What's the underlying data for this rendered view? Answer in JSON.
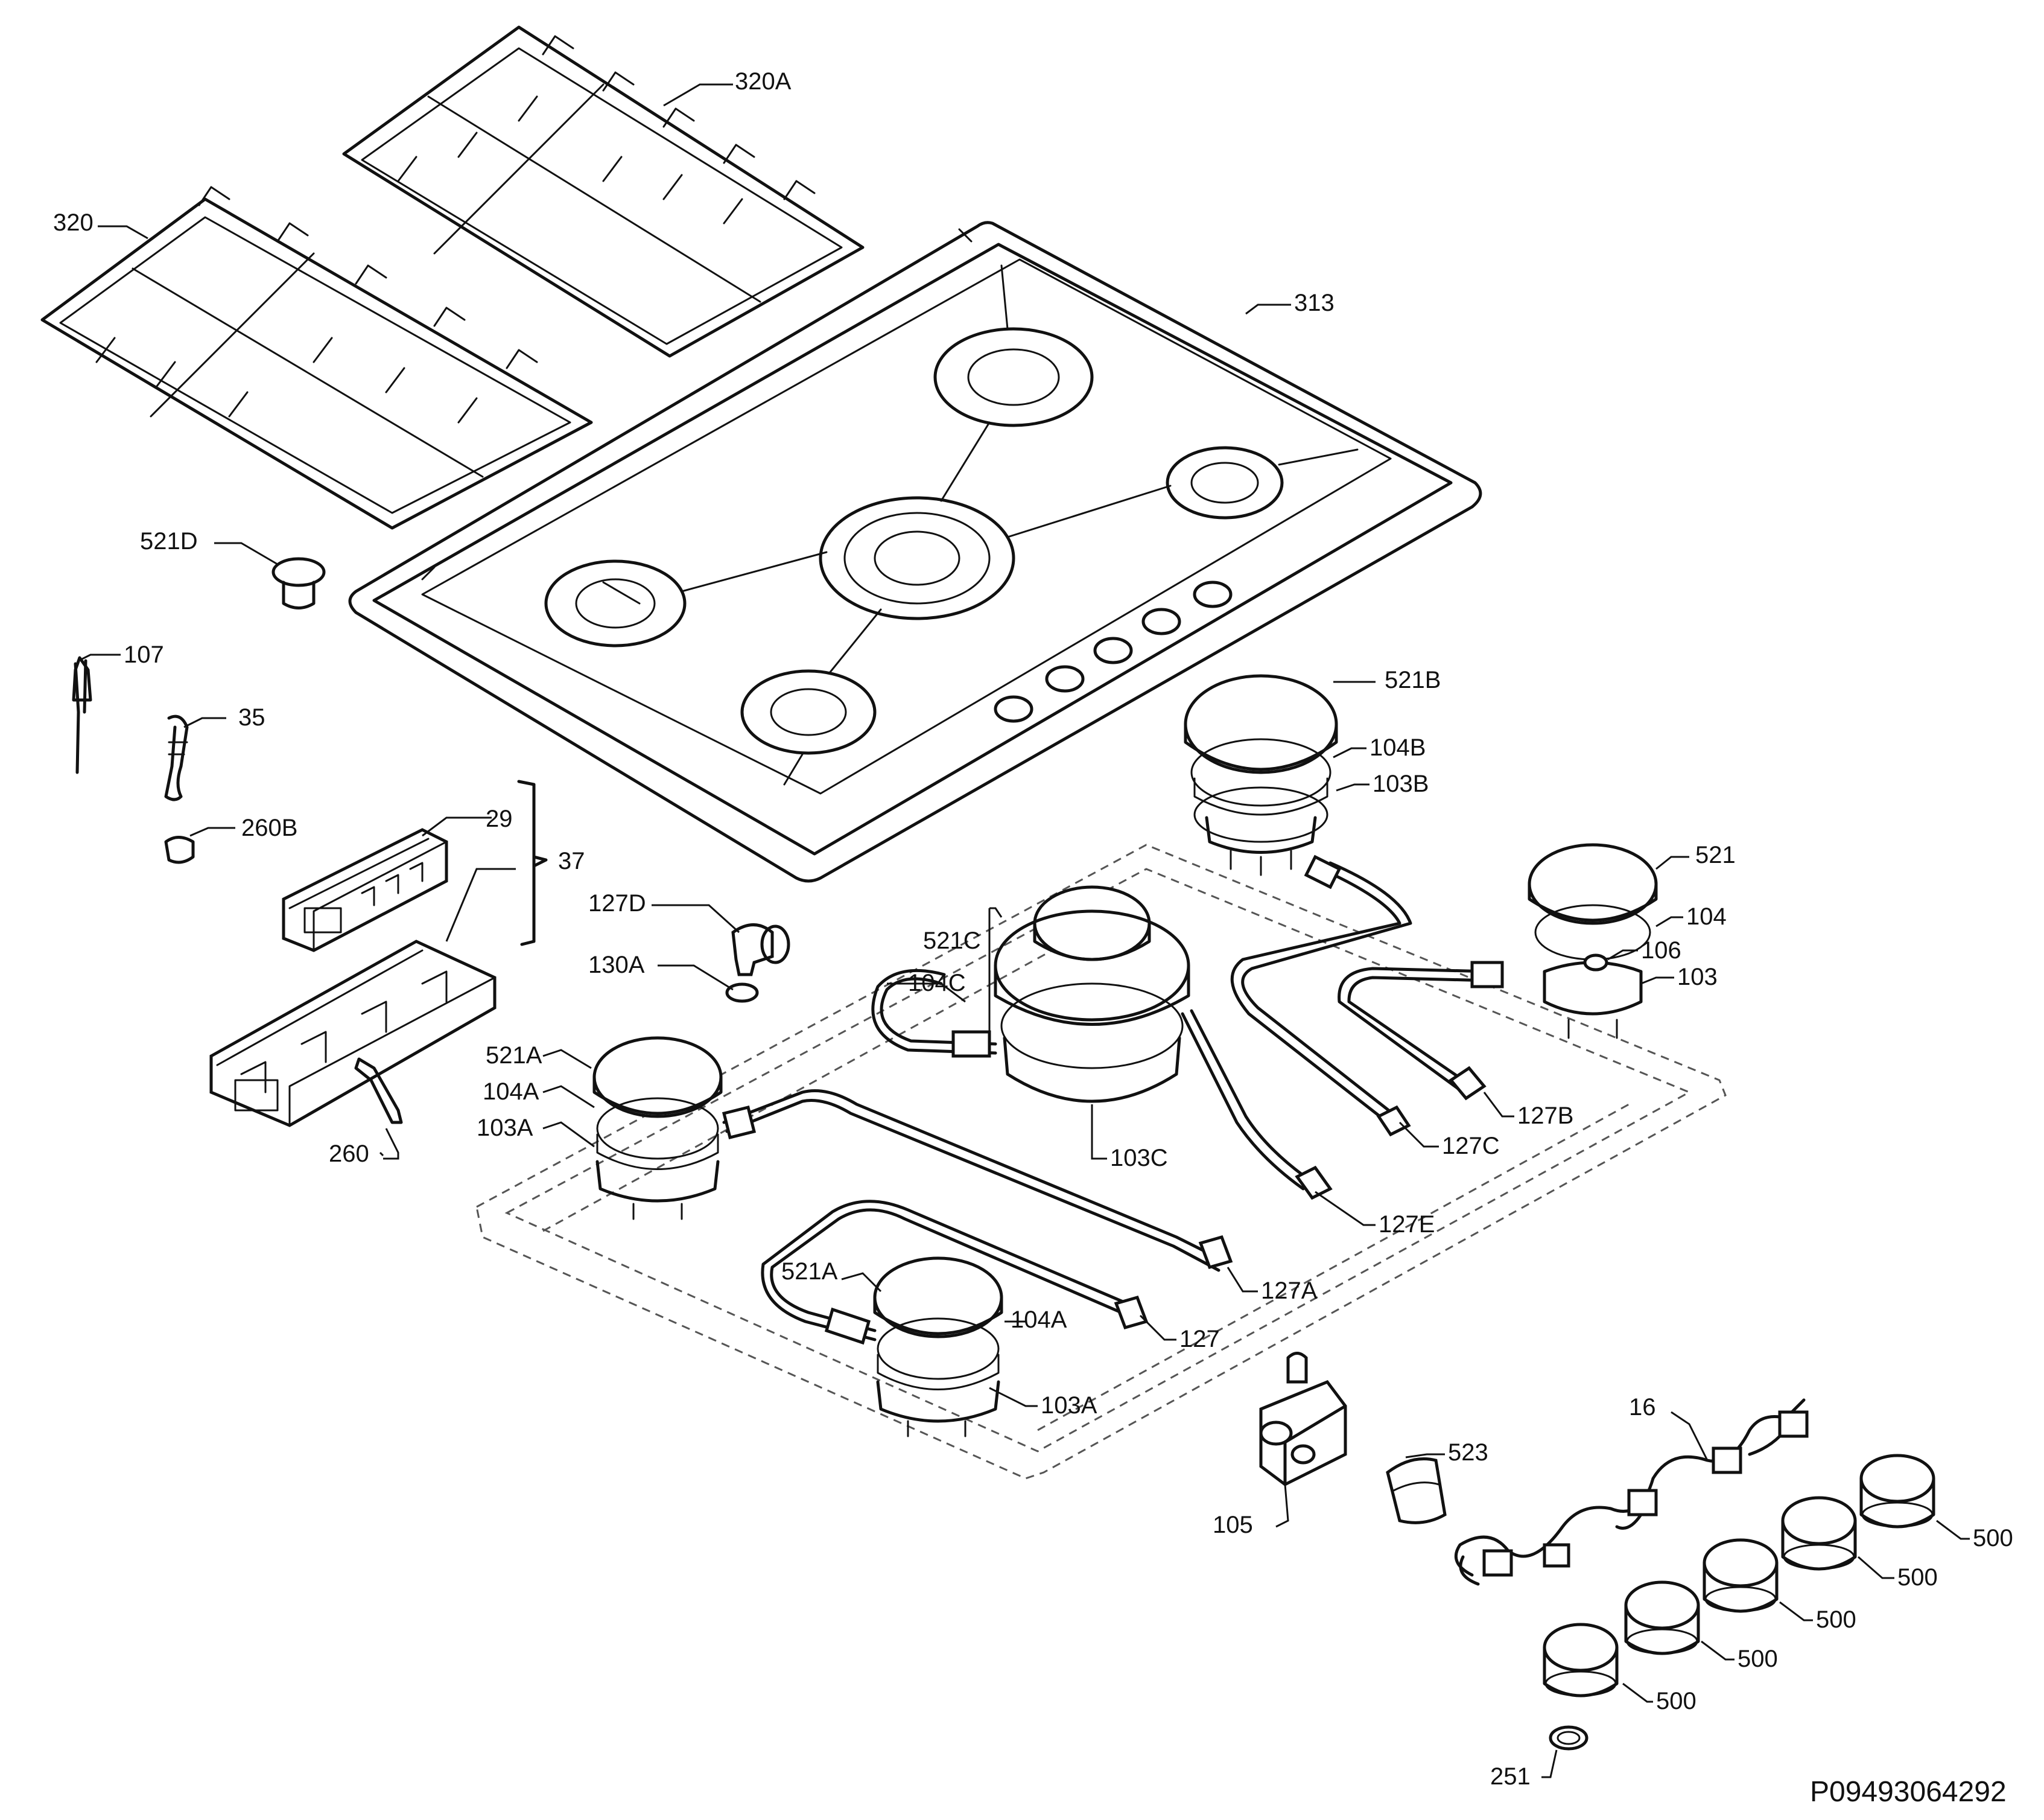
{
  "labels": {
    "l320a": "320A",
    "l320": "320",
    "l313": "313",
    "l521d": "521D",
    "l107": "107",
    "l35": "35",
    "l260b": "260B",
    "l29": "29",
    "l37": "37",
    "l127d": "127D",
    "l130a": "130A",
    "l521b": "521B",
    "l104b": "104B",
    "l103b": "103B",
    "l521": "521",
    "l104": "104",
    "l106": "106",
    "l103": "103",
    "l521c": "521C",
    "l104c": "104C",
    "l521a_1": "521A",
    "l104a_1": "104A",
    "l103a_1": "103A",
    "l103c": "103C",
    "l127b": "127B",
    "l127c": "127C",
    "l127e": "127E",
    "l260": "260",
    "l521a_2": "521A",
    "l104a_2": "104A",
    "l127a": "127A",
    "l127": "127",
    "l103a_2": "103A",
    "l16": "16",
    "l523": "523",
    "l105": "105",
    "l500_1": "500",
    "l500_2": "500",
    "l500_3": "500",
    "l500_4": "500",
    "l500_5": "500",
    "l251": "251"
  },
  "drawing_code": "P09493064292"
}
